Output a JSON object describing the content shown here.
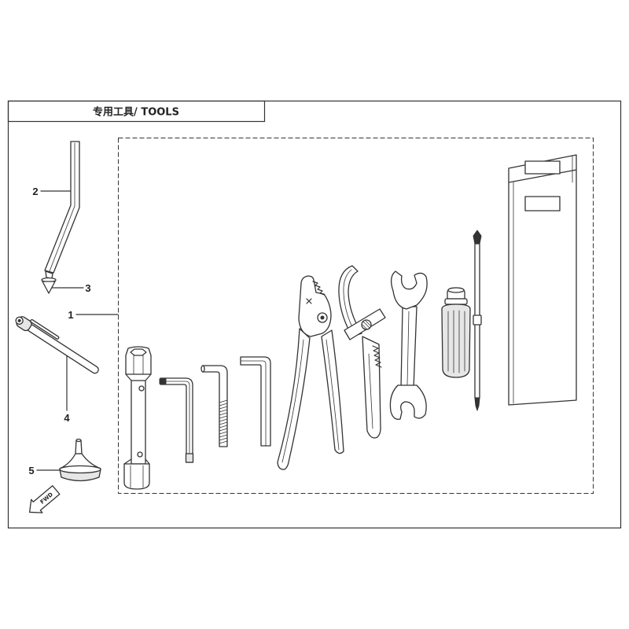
{
  "header": {
    "title": "专用工具/ TOOLS"
  },
  "callouts": {
    "one": "1",
    "two": "2",
    "three": "3",
    "four": "4",
    "five": "5"
  },
  "fwd_arrow": {
    "label": "FWD"
  },
  "colors": {
    "line": "#333333",
    "background": "#ffffff",
    "shade": "#e6e6e6"
  }
}
